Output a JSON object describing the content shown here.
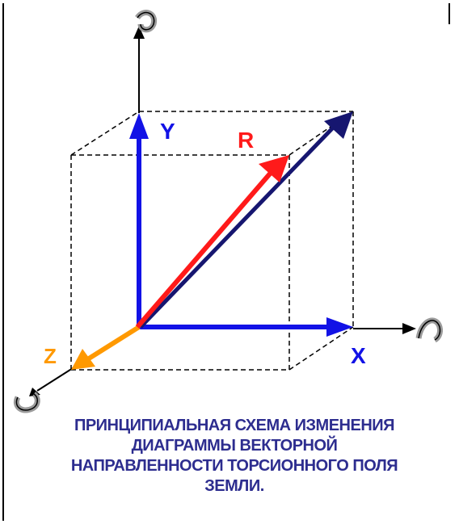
{
  "diagram": {
    "axis_labels": {
      "x": "X",
      "y": "Y",
      "z": "Z",
      "r": "R"
    },
    "colors": {
      "axis_blue": "#1212e6",
      "vector_red": "#ff1a1a",
      "vector_navy": "#161670",
      "axis_orange": "#ff9900",
      "line_black": "#000000",
      "rotation_gray": "#9a9a9a",
      "caption": "#2d2d8f"
    },
    "icons": [
      "rotation-arrow-y-icon",
      "rotation-arrow-x-icon",
      "rotation-arrow-z-icon"
    ]
  },
  "caption": {
    "lines": [
      "ПРИНЦИПИАЛЬНАЯ СХЕМА ИЗМЕНЕНИЯ",
      "ДИАГРАММЫ ВЕКТОРНОЙ",
      "НАПРАВЛЕННОСТИ ТОРСИОННОГО ПОЛЯ",
      "ЗЕМЛИ."
    ]
  }
}
